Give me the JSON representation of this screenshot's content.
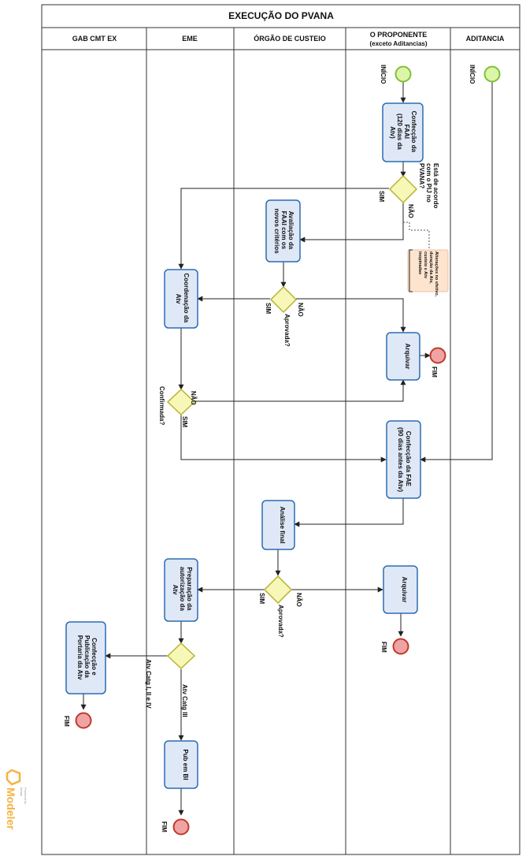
{
  "title": "EXECUÇÃO DO PVANA",
  "lanes": [
    "GAB CMT EX",
    "EME",
    "ÓRGÃO DE CUSTEIO",
    "O PROPONENTE",
    "(exceto Aditancias)",
    "ADITANCIA"
  ],
  "events": {
    "start_proponente": "INÍCIO",
    "start_aditancia": "INÍCIO",
    "end_arquivar1": "FIM",
    "end_arquivar2": "FIM",
    "end_gab": "FIM",
    "end_pub": "FIM"
  },
  "tasks": {
    "confeccao_faai": [
      "Confecção da",
      "FAAI",
      "(120 dias da",
      "Atv)"
    ],
    "avaliacao_faai": [
      "Avaliação da",
      "FAAI com os",
      "novos critérios"
    ],
    "coordenacao": [
      "Coordenação da",
      "Atv"
    ],
    "arquivar1": [
      "Arquivar"
    ],
    "confeccao_fae": [
      "Confecção da FAE",
      "(90 dias antes da Atv)"
    ],
    "analise_final": [
      "Análise final"
    ],
    "preparacao": [
      "Preparação da",
      "autorização da",
      "Atv"
    ],
    "arquivar2": [
      "Arquivar"
    ],
    "confeccao_portaria": [
      "Confecção e",
      "Publicação da",
      "Portaria da Atv"
    ],
    "pub_bi": [
      "Pub em BI"
    ]
  },
  "gateways": {
    "acordo": [
      "Está de acordo",
      "com o PIJ no",
      "PVANA?"
    ],
    "aprovada1": [
      "Aprovada?"
    ],
    "confirmada": [
      "Confirmada?"
    ],
    "aprovada2": [
      "Aprovada?"
    ]
  },
  "flow_labels": {
    "acordo_sim": "SIM",
    "acordo_nao": "NÃO",
    "aprovada1_sim": "SIM",
    "aprovada1_nao": "NÃO",
    "confirmada_sim": "SIM",
    "confirmada_nao": "NÃO",
    "aprovada2_sim": "SIM",
    "aprovada2_nao": "NÃO",
    "catg_1_2_4": "Atv Catg I, II e IV",
    "catg_3": "Atv Catg III"
  },
  "annotation": [
    "Alterações no efetivo,",
    "duração da Atv,",
    "custeio e Atv",
    "inopinadas"
  ],
  "watermark": {
    "powered_by": "Powered by",
    "brand_small": "bizagi",
    "brand": "Modeler"
  },
  "colors": {
    "task_fill": "#dfe8f7",
    "task_stroke": "#2b6cb0",
    "start_fill": "#dcf5a8",
    "start_stroke": "#7ec03a",
    "end_fill": "#f0a3a3",
    "end_stroke": "#c0392b",
    "gateway_fill": "#f7f7b8",
    "gateway_stroke": "#b9b330",
    "annotation_fill": "#fde4cf",
    "watermark": "#f5b342"
  }
}
